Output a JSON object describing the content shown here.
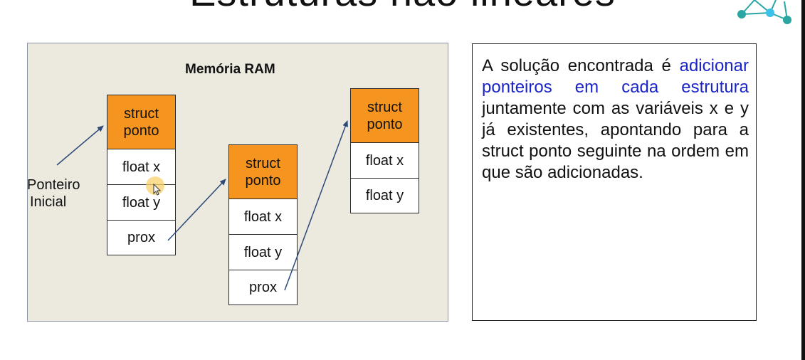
{
  "slide": {
    "title": "Estruturas não lineares"
  },
  "diagram": {
    "ram_title": "Memória RAM",
    "pointer_label_line1": "Ponteiro",
    "pointer_label_line2": "Inicial",
    "structs": [
      {
        "head_line1": "struct",
        "head_line2": "ponto",
        "field_x": "float x",
        "field_y": "float y",
        "next": "prox"
      },
      {
        "head_line1": "struct",
        "head_line2": "ponto",
        "field_x": "float x",
        "field_y": "float y",
        "next": "prox"
      },
      {
        "head_line1": "struct",
        "head_line2": "ponto",
        "field_x": "float x",
        "field_y": "float y"
      }
    ],
    "colors": {
      "struct_header": "#f5941e",
      "ram_background": "#ece9df",
      "arrow": "#2d4a78",
      "highlight_text": "#1a24c7"
    }
  },
  "explanation": {
    "text_before": "A solução encontrada é ",
    "highlight": "adicionar ponteiros em cada estrutura",
    "text_after": " juntamente com as variáveis x e y já existentes, apontando para a struct ponto seguinte na ordem em que são adicionadas."
  }
}
